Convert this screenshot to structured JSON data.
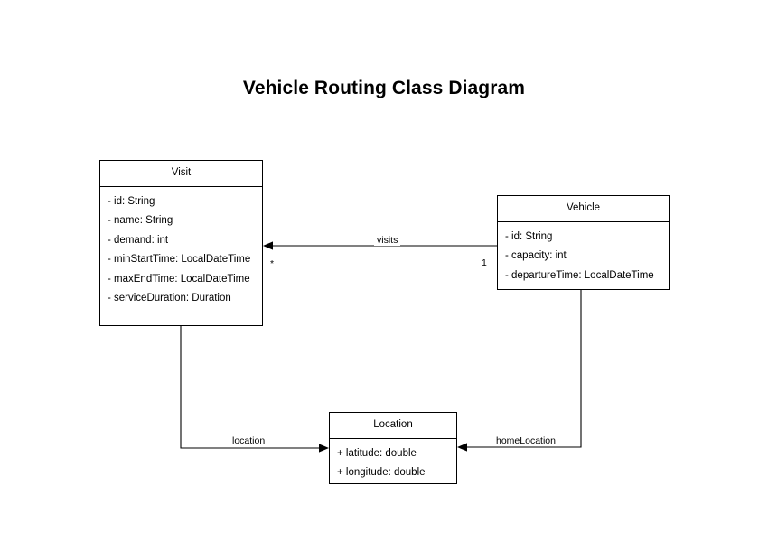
{
  "diagram": {
    "title": "Vehicle Routing Class Diagram",
    "type": "uml-class-diagram",
    "background_color": "#ffffff",
    "stroke_color": "#000000"
  },
  "classes": [
    {
      "id": "visit",
      "name": "Visit",
      "attributes": [
        "- id: String",
        "- name: String",
        "- demand: int",
        "- minStartTime: LocalDateTime",
        "- maxEndTime: LocalDateTime",
        "- serviceDuration: Duration"
      ]
    },
    {
      "id": "vehicle",
      "name": "Vehicle",
      "attributes": [
        "- id: String",
        "- capacity: int",
        "- departureTime: LocalDateTime"
      ]
    },
    {
      "id": "location",
      "name": "Location",
      "attributes": [
        "+ latitude: double",
        "+ longitude: double"
      ]
    }
  ],
  "relationships": [
    {
      "id": "visits",
      "label": "visits",
      "from": "Vehicle",
      "to": "Visit",
      "source_multiplicity": "1",
      "target_multiplicity": "*"
    },
    {
      "id": "location",
      "label": "location",
      "from": "Visit",
      "to": "Location",
      "source_multiplicity": "",
      "target_multiplicity": ""
    },
    {
      "id": "homeLocation",
      "label": "homeLocation",
      "from": "Vehicle",
      "to": "Location",
      "source_multiplicity": "",
      "target_multiplicity": ""
    }
  ]
}
